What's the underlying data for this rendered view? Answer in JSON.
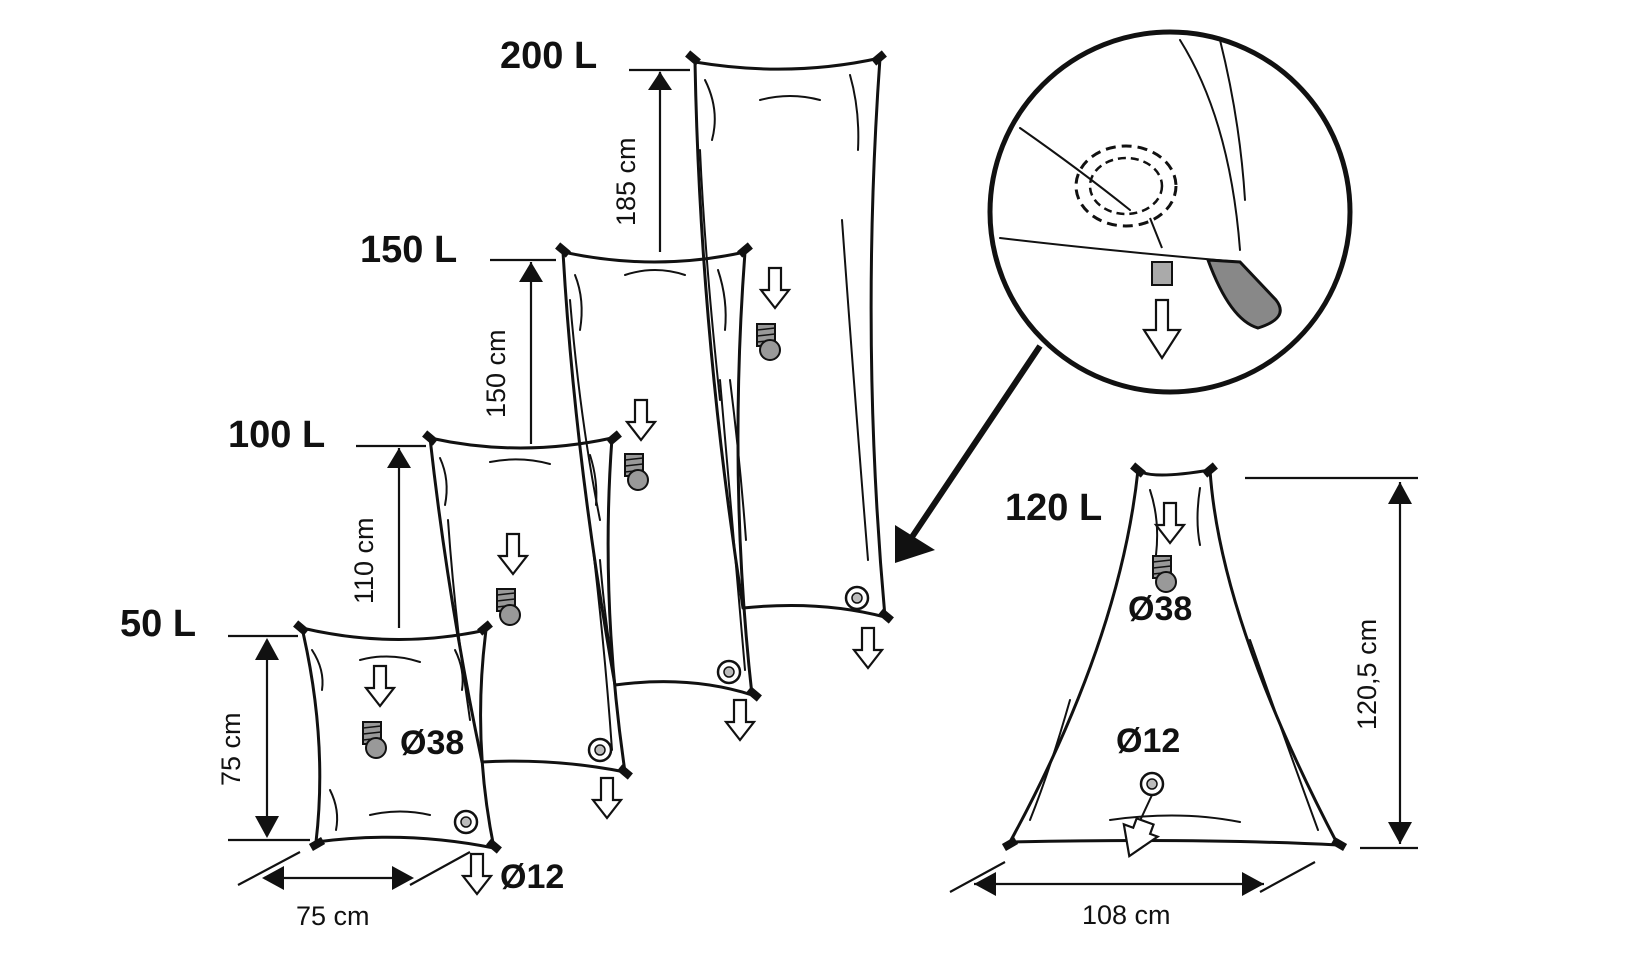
{
  "volumes": {
    "v200": "200 L",
    "v150": "150 L",
    "v100": "100 L",
    "v50": "50 L",
    "v120": "120 L"
  },
  "dimensions": {
    "h200": "185 cm",
    "h150": "150 cm",
    "h100": "110 cm",
    "h50": "75 cm",
    "w50": "75 cm",
    "h120": "120,5 cm",
    "w120": "108 cm"
  },
  "diameters": {
    "large_50": "Ø38",
    "small_50": "Ø12",
    "large_120": "Ø38",
    "small_120": "Ø12"
  },
  "colors": {
    "line": "#111111",
    "valve": "#999999",
    "strap": "#888888",
    "background": "#ffffff"
  }
}
